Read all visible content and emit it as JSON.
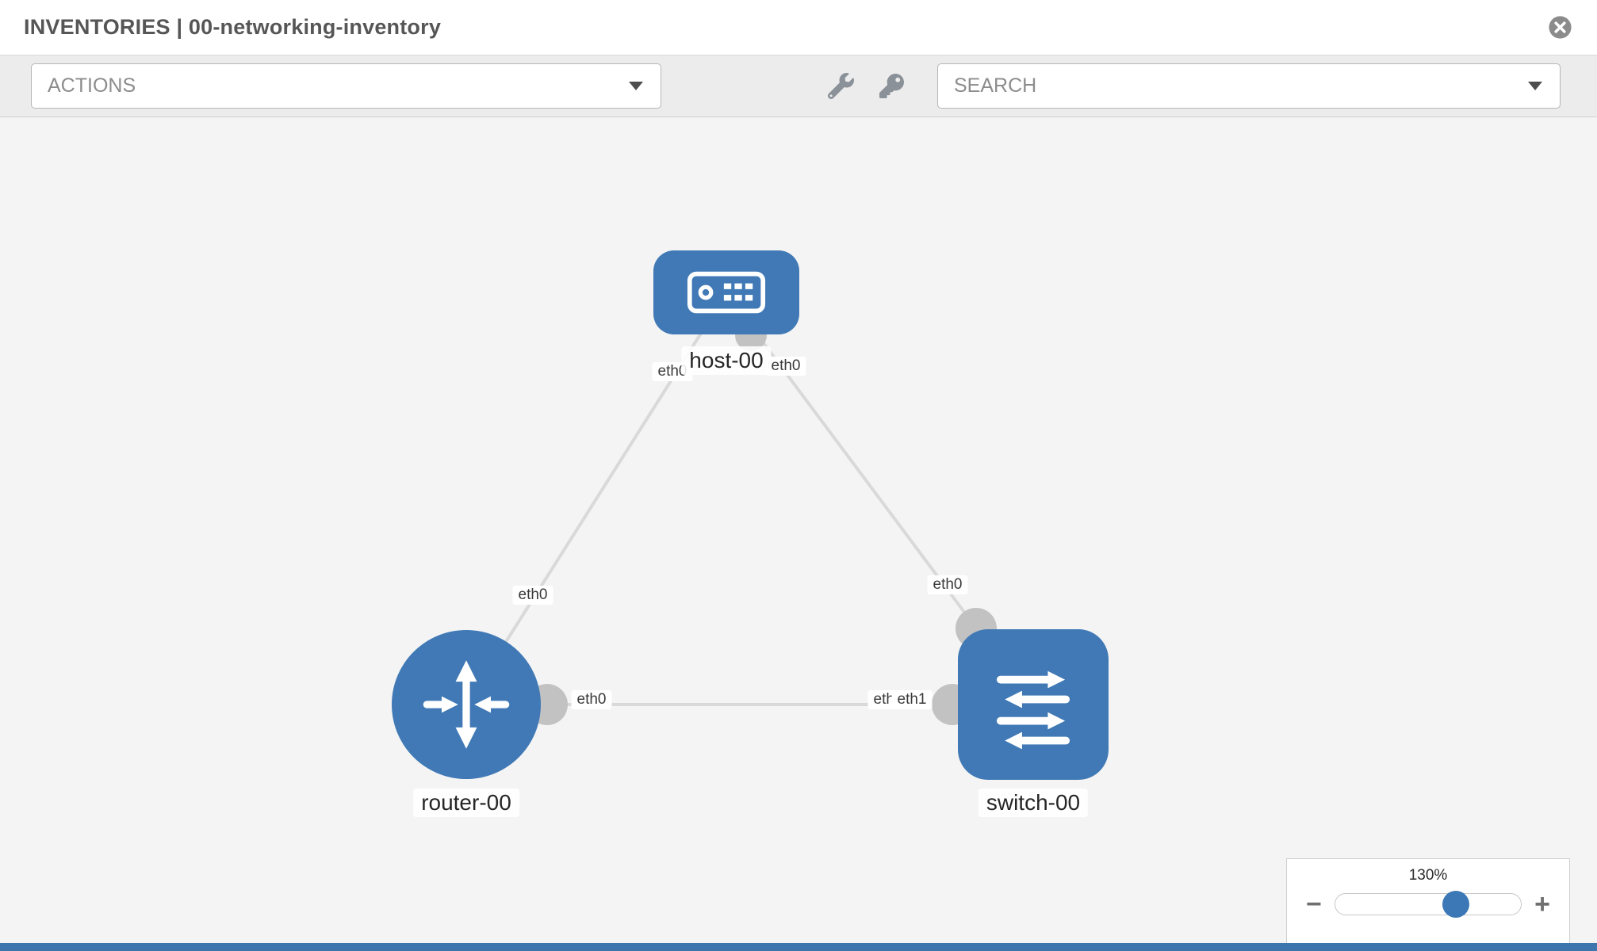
{
  "header": {
    "title": "INVENTORIES | 00-networking-inventory"
  },
  "toolbar": {
    "actions": {
      "label": "ACTIONS"
    },
    "search": {
      "label": "SEARCH"
    },
    "icons": [
      "wrench-icon",
      "key-icon"
    ]
  },
  "topology": {
    "nodes": [
      {
        "id": "host-00",
        "type": "host",
        "label": "host-00"
      },
      {
        "id": "router-00",
        "type": "router",
        "label": "router-00"
      },
      {
        "id": "switch-00",
        "type": "switch",
        "label": "switch-00"
      }
    ],
    "links": [
      {
        "from": "host-00",
        "to": "router-00"
      },
      {
        "from": "host-00",
        "to": "switch-00"
      },
      {
        "from": "router-00",
        "to": "switch-00"
      }
    ],
    "interface_labels": [
      {
        "link": "host-router",
        "end": "host",
        "label": "eth0"
      },
      {
        "link": "host-switch",
        "end": "host",
        "label": "eth0"
      },
      {
        "link": "host-router",
        "end": "router",
        "label": "eth0"
      },
      {
        "link": "host-switch",
        "end": "switch",
        "label": "eth0"
      },
      {
        "link": "router-switch",
        "end": "router",
        "label": "eth0"
      },
      {
        "link": "router-switch",
        "end": "switch-back",
        "label": "eth1"
      },
      {
        "link": "router-switch",
        "end": "switch-front",
        "label": "eth1"
      }
    ],
    "colors": {
      "node_fill": "#4079b5",
      "link_stroke": "#d9d9d9",
      "endpoint_fill": "#c2c2c2",
      "canvas_bg": "#f4f4f4"
    }
  },
  "zoom": {
    "level": "130%",
    "minus": "−",
    "plus": "+"
  }
}
